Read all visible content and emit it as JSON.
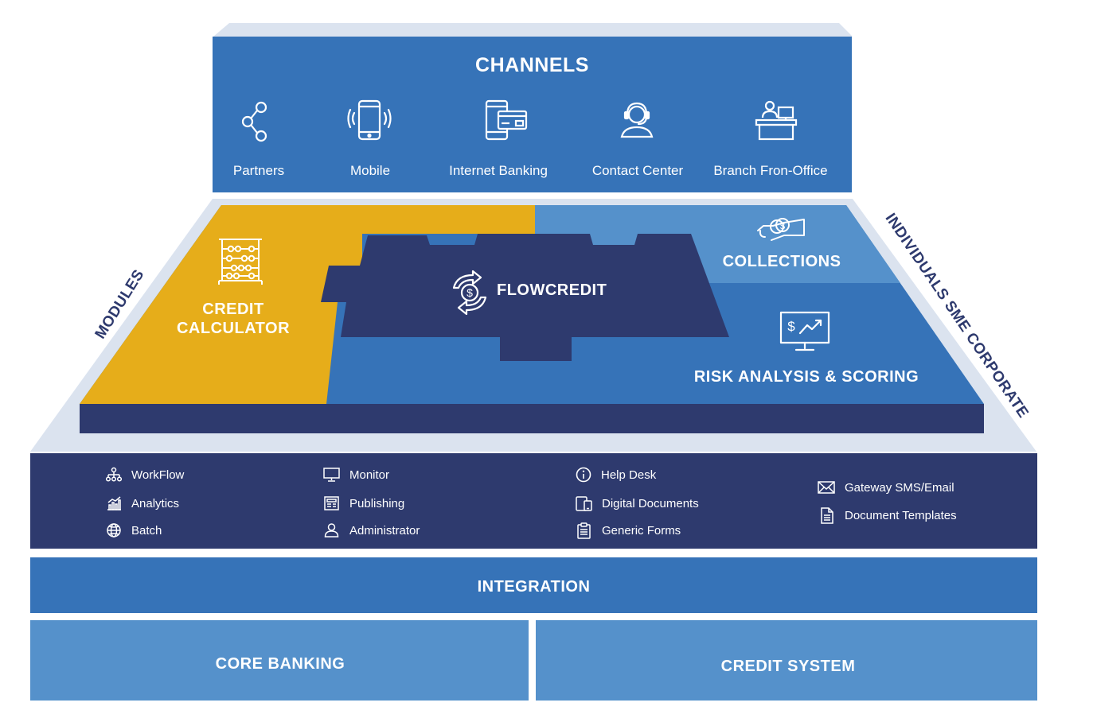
{
  "colors": {
    "dark_navy": "#2e3a6e",
    "mid_blue": "#3673b8",
    "light_blue": "#5591cb",
    "yellow": "#e6ad1a",
    "pale": "#dbe3ef"
  },
  "channels": {
    "title": "CHANNELS",
    "items": [
      {
        "label": "Partners",
        "icon": "share-icon"
      },
      {
        "label": "Mobile",
        "icon": "smartphone-icon"
      },
      {
        "label": "Internet Banking",
        "icon": "card-phone-icon"
      },
      {
        "label": "Contact Center",
        "icon": "headset-agent-icon"
      },
      {
        "label": "Branch Fron-Office",
        "icon": "desk-clerk-icon"
      }
    ]
  },
  "side_labels": {
    "left": "MODULES",
    "right": "INDIVIDUALS SME CORPORATE"
  },
  "modules": {
    "credit_calculator": {
      "line1": "CREDIT",
      "line2": "CALCULATOR",
      "icon": "abacus-icon"
    },
    "flowcredit": {
      "label": "FLOWCREDIT",
      "icon": "dollar-cycle-icon"
    },
    "collections": {
      "label": "COLLECTIONS",
      "icon": "hand-coin-icon"
    },
    "risk": {
      "label": "RISK ANALYSIS & SCORING",
      "icon": "chart-monitor-icon"
    }
  },
  "services": [
    {
      "label": "WorkFlow",
      "icon": "workflow-icon"
    },
    {
      "label": "Analytics",
      "icon": "analytics-icon"
    },
    {
      "label": "Batch",
      "icon": "globe-icon"
    },
    {
      "label": "Monitor",
      "icon": "monitor-icon"
    },
    {
      "label": "Publishing",
      "icon": "newspaper-icon"
    },
    {
      "label": "Administrator",
      "icon": "user-icon"
    },
    {
      "label": "Help Desk",
      "icon": "info-icon"
    },
    {
      "label": "Digital Documents",
      "icon": "devices-icon"
    },
    {
      "label": "Generic Forms",
      "icon": "clipboard-icon"
    },
    {
      "label": "Gateway SMS/Email",
      "icon": "envelope-icon"
    },
    {
      "label": "Document Templates",
      "icon": "document-icon"
    }
  ],
  "integration": {
    "label": "INTEGRATION"
  },
  "foundation": {
    "core_banking": "CORE BANKING",
    "credit_system": "CREDIT SYSTEM"
  }
}
